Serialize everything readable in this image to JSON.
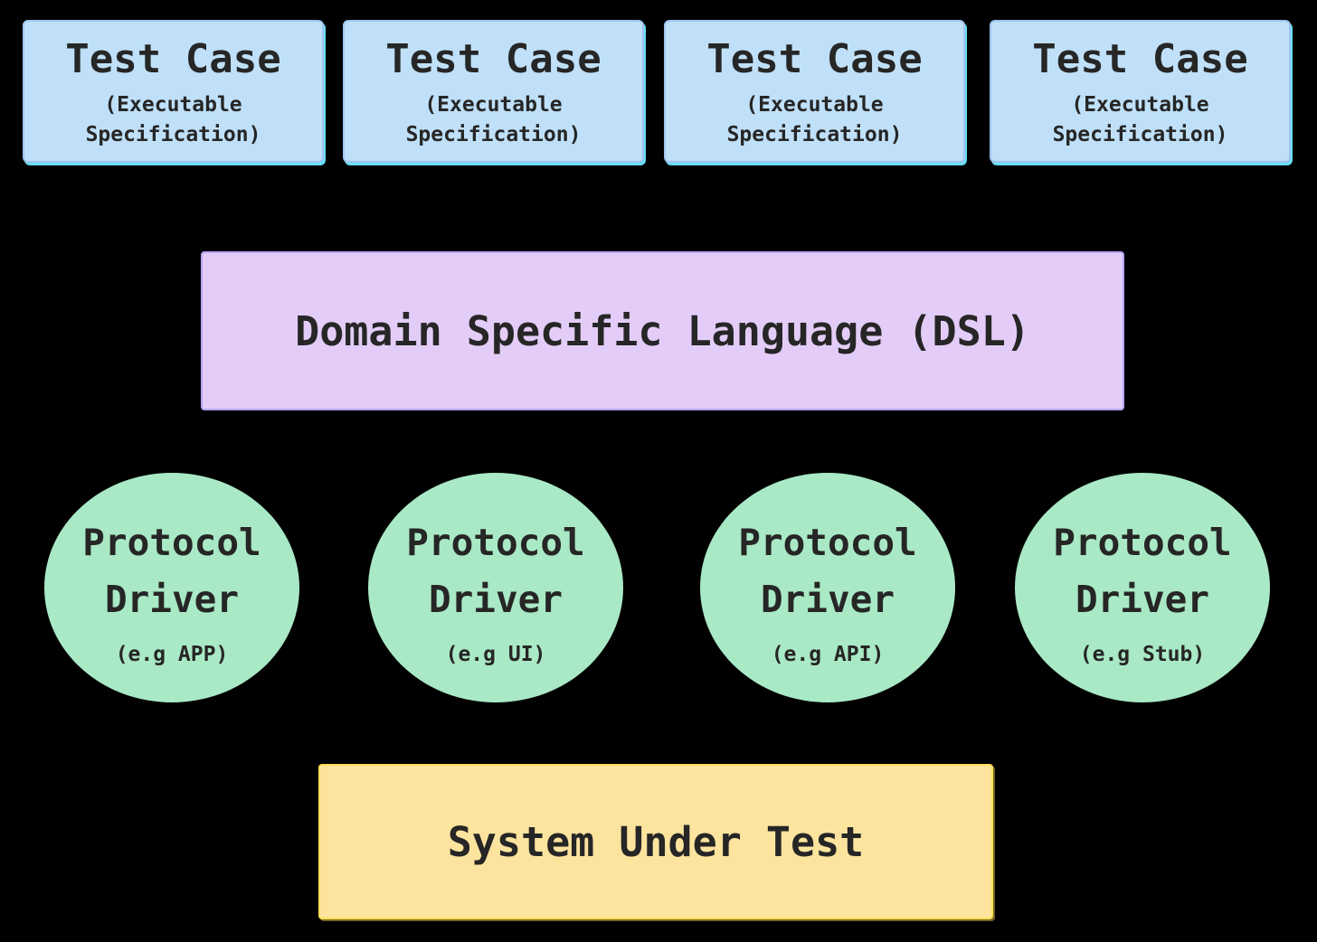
{
  "colors": {
    "background": "#000000",
    "text_color": "#262626",
    "test_case_fill": "#bfe0f8",
    "test_case_border": "#9fc4ee",
    "cyan_accent": "#68def5",
    "dsl_fill": "#e3cdf8",
    "dsl_border": "#b5a5f6",
    "driver_fill": "#a9e9c5",
    "sut_fill": "#fce49e",
    "sut_border": "#ffdf55"
  },
  "test_cases": [
    {
      "title": "Test Case",
      "subtitle": "(Executable\nSpecification)"
    },
    {
      "title": "Test Case",
      "subtitle": "(Executable\nSpecification)"
    },
    {
      "title": "Test Case",
      "subtitle": "(Executable\nSpecification)"
    },
    {
      "title": "Test Case",
      "subtitle": "(Executable\nSpecification)"
    }
  ],
  "dsl": {
    "label": "Domain Specific Language (DSL)"
  },
  "protocol_drivers": [
    {
      "title": "Protocol\nDriver",
      "subtitle": "(e.g APP)"
    },
    {
      "title": "Protocol\nDriver",
      "subtitle": "(e.g UI)"
    },
    {
      "title": "Protocol\nDriver",
      "subtitle": "(e.g API)"
    },
    {
      "title": "Protocol\nDriver",
      "subtitle": "(e.g Stub)"
    }
  ],
  "system_under_test": {
    "label": "System Under Test"
  }
}
